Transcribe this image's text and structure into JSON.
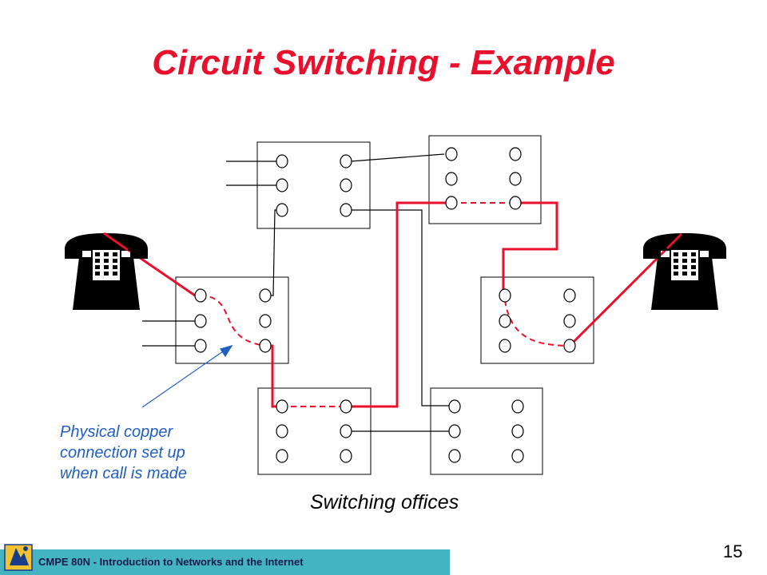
{
  "slide": {
    "title": "Circuit Switching - Example",
    "annotation": [
      "Physical copper",
      "connection set up",
      "when call is made"
    ],
    "offices_label": "Switching offices",
    "footer": "CMPE 80N - Introduction to Networks and the Internet",
    "page_number": "15"
  },
  "colors": {
    "title": "#e8112d",
    "circuit": "#e8112d",
    "annotation": "#1f5fbf",
    "footer_bar": "#44b3c2"
  },
  "icons": {
    "left_phone": "telephone-icon",
    "right_phone": "telephone-icon",
    "logo": "university-logo-icon"
  }
}
